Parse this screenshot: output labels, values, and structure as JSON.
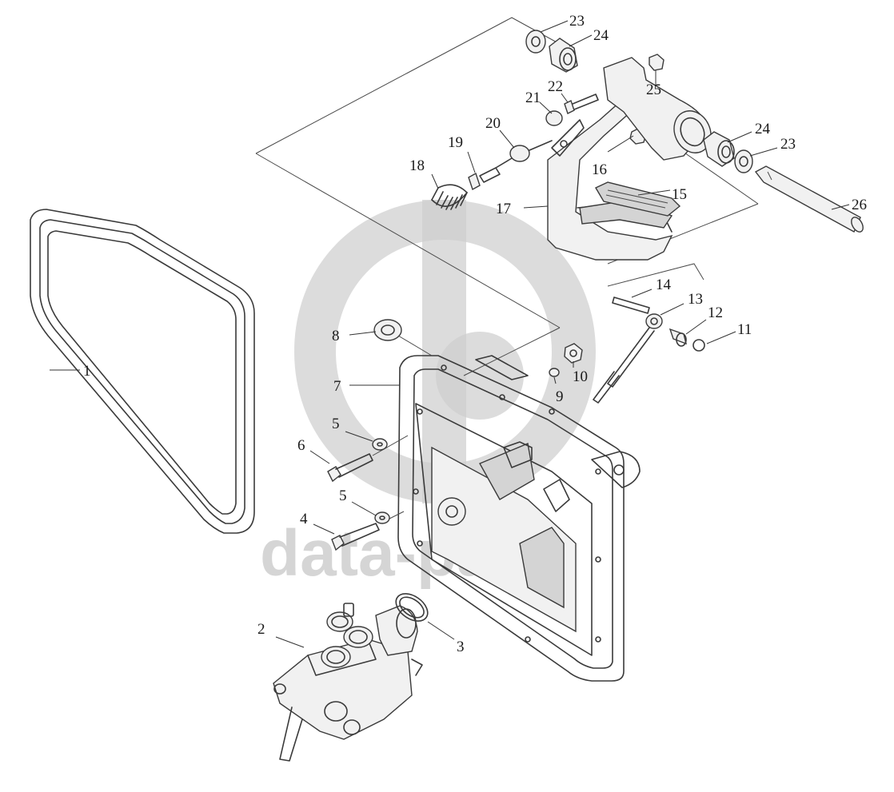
{
  "watermark": {
    "text": "data-parts",
    "color": "#c8c8c8"
  },
  "callouts": [
    {
      "id": "c1",
      "label": "1"
    },
    {
      "id": "c2",
      "label": "2"
    },
    {
      "id": "c3",
      "label": "3"
    },
    {
      "id": "c4",
      "label": "4"
    },
    {
      "id": "c5a",
      "label": "5"
    },
    {
      "id": "c5b",
      "label": "5"
    },
    {
      "id": "c6",
      "label": "6"
    },
    {
      "id": "c7",
      "label": "7"
    },
    {
      "id": "c8",
      "label": "8"
    },
    {
      "id": "c9",
      "label": "9"
    },
    {
      "id": "c10",
      "label": "10"
    },
    {
      "id": "c11",
      "label": "11"
    },
    {
      "id": "c12",
      "label": "12"
    },
    {
      "id": "c13",
      "label": "13"
    },
    {
      "id": "c14",
      "label": "14"
    },
    {
      "id": "c15",
      "label": "15"
    },
    {
      "id": "c16",
      "label": "16"
    },
    {
      "id": "c17",
      "label": "17"
    },
    {
      "id": "c18",
      "label": "18"
    },
    {
      "id": "c19",
      "label": "19"
    },
    {
      "id": "c20",
      "label": "20"
    },
    {
      "id": "c21",
      "label": "21"
    },
    {
      "id": "c22",
      "label": "22"
    },
    {
      "id": "c23a",
      "label": "23"
    },
    {
      "id": "c23b",
      "label": "23"
    },
    {
      "id": "c24a",
      "label": "24"
    },
    {
      "id": "c24b",
      "label": "24"
    },
    {
      "id": "c25",
      "label": "25"
    },
    {
      "id": "c26",
      "label": "26"
    }
  ]
}
